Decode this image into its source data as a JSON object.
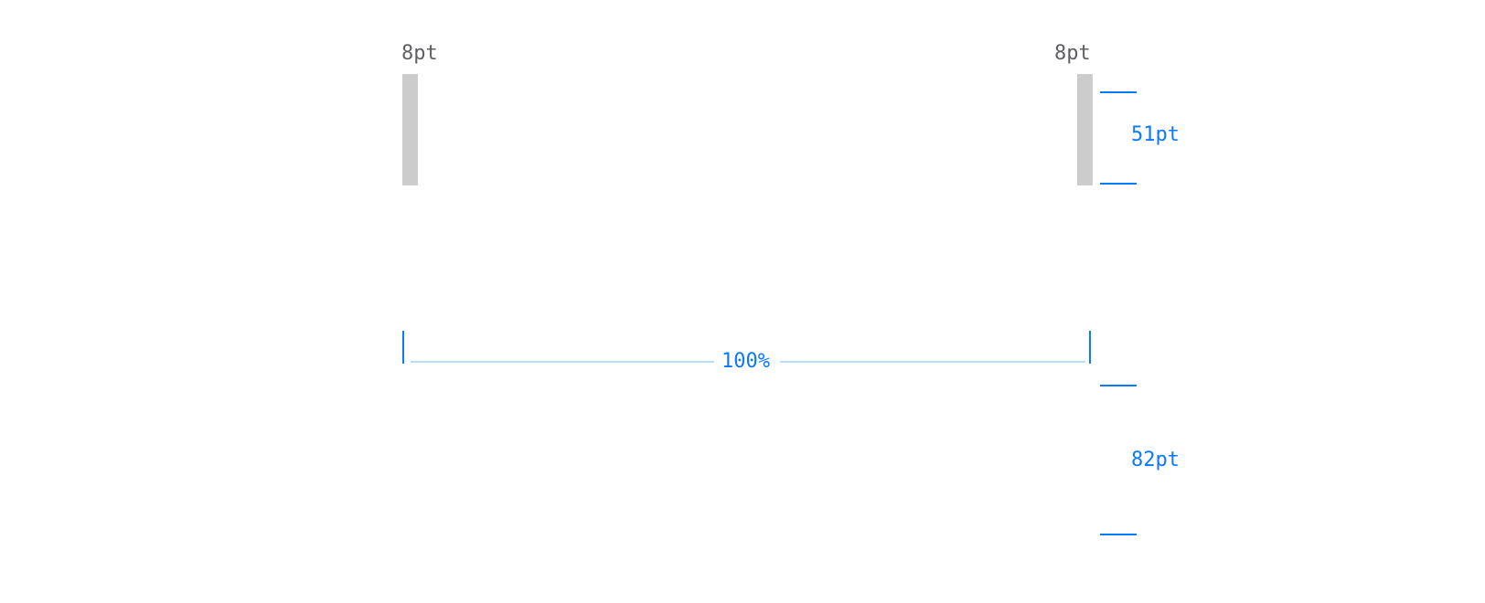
{
  "top_section": {
    "left_margin_label": "8pt",
    "right_margin_label": "8pt",
    "height_label": "51pt"
  },
  "width_section": {
    "width_label": "100%"
  },
  "bottom_section": {
    "height_label": "82pt"
  },
  "colors": {
    "measure_blue": "#0a7aff",
    "guide_light_blue": "#b8e0f5",
    "margin_bar_grey": "#cccccd",
    "label_grey": "#5f5f64",
    "background": "#ffffff"
  }
}
